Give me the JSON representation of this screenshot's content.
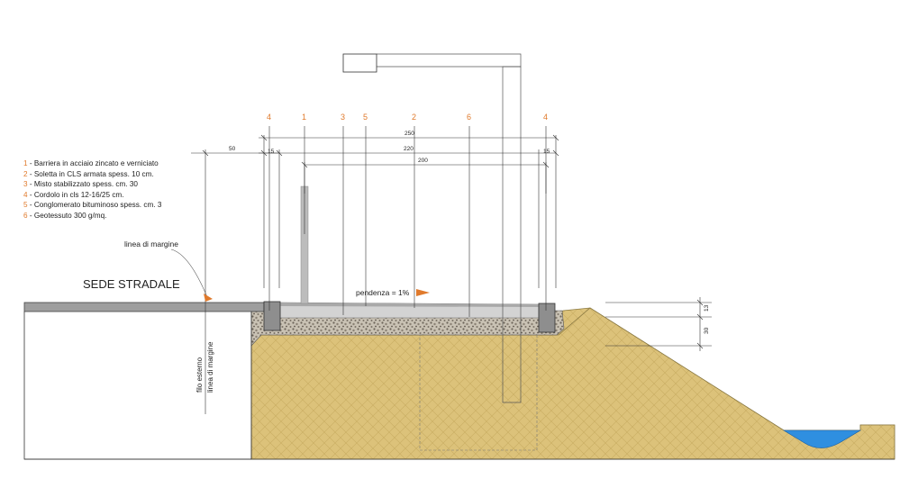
{
  "legend": [
    {
      "num": "1",
      "text": "- Barriera in acciaio zincato e verniciato"
    },
    {
      "num": "2",
      "text": "- Soletta in CLS armata spess. 10 cm."
    },
    {
      "num": "3",
      "text": "- Misto stabilizzato spess. cm. 30"
    },
    {
      "num": "4",
      "text": "- Cordolo in cls 12-16/25 cm."
    },
    {
      "num": "5",
      "text": "- Conglomerato bituminoso  spess. cm. 3"
    },
    {
      "num": "6",
      "text": "- Geotessuto 300 g/mq."
    }
  ],
  "callouts": [
    "4",
    "1",
    "3",
    "5",
    "2",
    "6",
    "4"
  ],
  "dimensions": {
    "d250": "250",
    "d220": "220",
    "d200": "200",
    "d50": "50",
    "d15_left": "15",
    "d15_right": "15",
    "d13": "13",
    "d30": "30"
  },
  "labels": {
    "road": "SEDE STRADALE",
    "margin_line": "linea di margine",
    "outer_edge": "filo esterno",
    "outer_edge_2": "linea di margine",
    "slope": "pendenza = 1%"
  },
  "colors": {
    "earth": "#dcc27a",
    "gravel": "#b9b2a6",
    "slab": "#cdcdcd",
    "road": "#9e9e9e",
    "water": "#2f8fe0",
    "accent": "#e07a2c"
  }
}
